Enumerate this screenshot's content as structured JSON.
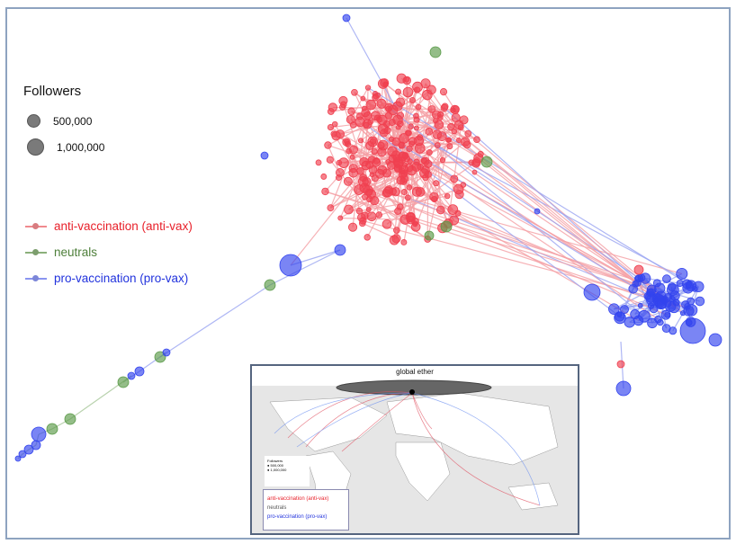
{
  "legend": {
    "followers_title": "Followers",
    "sizes": [
      {
        "label": "500,000",
        "followers": 500000
      },
      {
        "label": "1,000,000",
        "followers": 1000000
      }
    ],
    "categories": [
      {
        "label": "anti-vaccination (anti-vax)",
        "color": "#e8202a"
      },
      {
        "label": "neutrals",
        "color": "#4e7f3a"
      },
      {
        "label": "pro-vaccination (pro-vax)",
        "color": "#2233dd"
      }
    ]
  },
  "inset": {
    "title": "global ether",
    "followers_title": "Followers",
    "sizes": [
      "500,000",
      "1,000,000"
    ],
    "categories": [
      "anti-vaccination (anti-vax)",
      "neutrals",
      "pro-vaccination (pro-vax)"
    ]
  }
}
